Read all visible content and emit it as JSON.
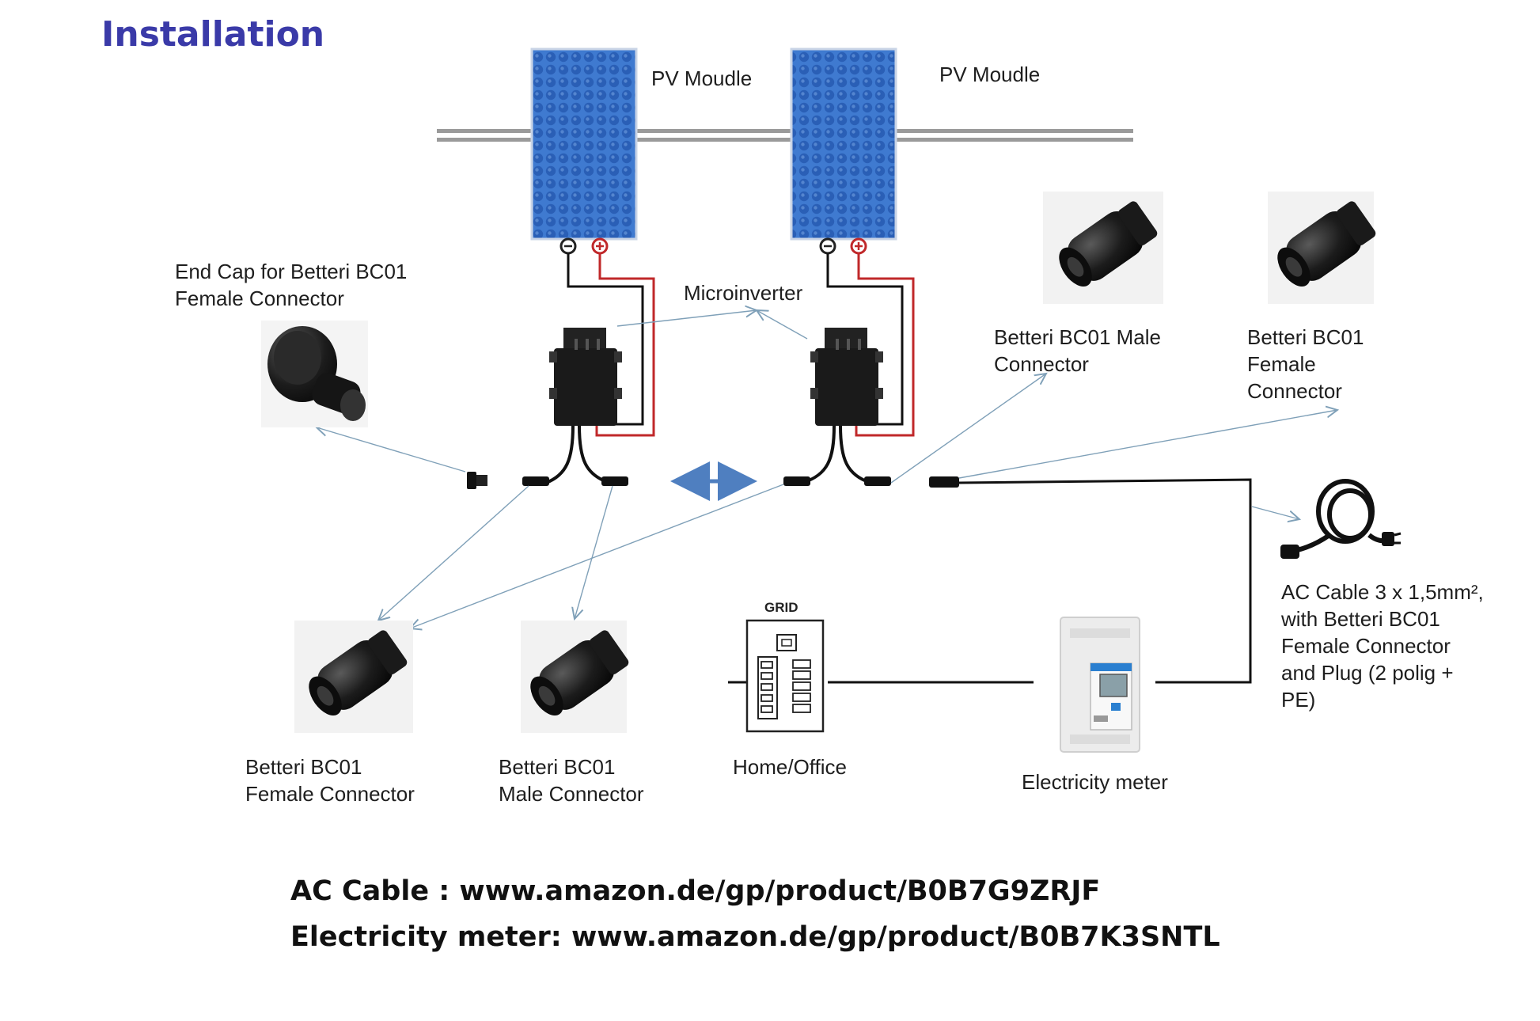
{
  "title": "Installation",
  "labels": {
    "pv_module_1": "PV Moudle",
    "pv_module_2": "PV Moudle",
    "microinverter": "Microinverter",
    "end_cap": "End Cap for Betteri BC01\nFemale Connector",
    "male_connector_top": "Betteri BC01 Male\nConnector",
    "female_connector_top": "Betteri BC01\nFemale\nConnector",
    "ac_cable": "AC Cable 3 x 1,5mm²,\nwith Betteri BC01\nFemale Connector\nand Plug (2 polig +\nPE)",
    "female_connector_bottom": "Betteri BC01\nFemale Connector",
    "male_connector_bottom": "Betteri BC01\nMale Connector",
    "home_office": "Home/Office",
    "grid": "GRID",
    "electricity_meter": "Electricity meter"
  },
  "links": {
    "ac_cable": "AC Cable : www.amazon.de/gp/product/B0B7G9ZRJF",
    "electricity_meter": "Electricity meter: www.amazon.de/gp/product/B0B7K3SNTL"
  },
  "colors": {
    "title": "#3a3aa8",
    "panel": "#2f6fc8",
    "positive_wire": "#c0282a",
    "negative_wire": "#111111",
    "pointer_arrow": "#7fa0b8",
    "double_arrow": "#4f7fc0"
  },
  "icons": {
    "connector": "betteri-bc01-connector",
    "end_cap": "end-cap",
    "inverter": "microinverter",
    "meter": "electricity-meter",
    "grid_box": "grid-distribution-box",
    "cable": "ac-cable-with-plug"
  }
}
